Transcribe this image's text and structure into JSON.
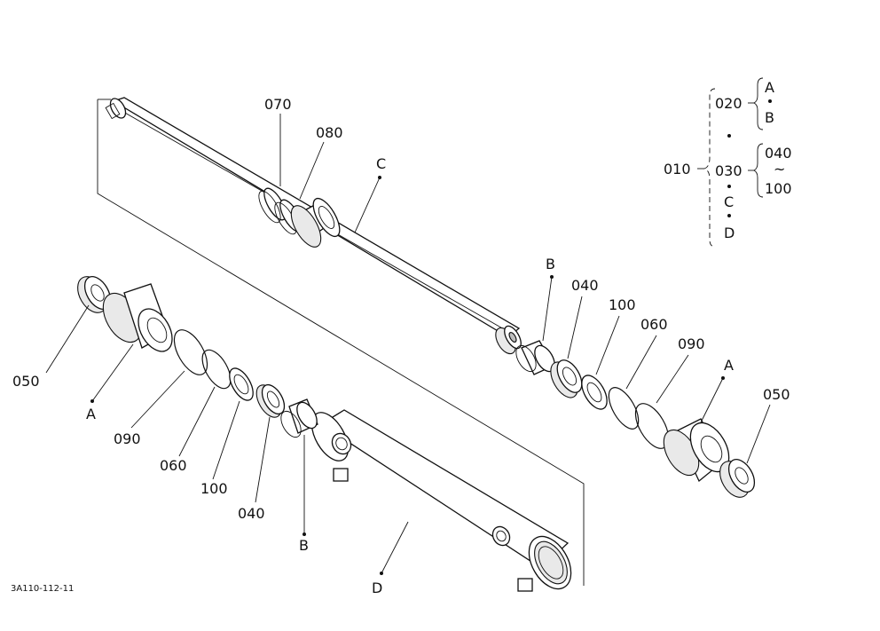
{
  "diagram": {
    "drawing_code": "3A110-112-11",
    "callouts": {
      "p070": "070",
      "p080": "080",
      "pC_top": "C",
      "pB_right": "B",
      "p040_right": "040",
      "p100_right": "100",
      "p060_right": "060",
      "p090_right": "090",
      "pA_right": "A",
      "p050_right": "050",
      "p050_left": "050",
      "pA_left": "A",
      "p090_left": "090",
      "p060_left": "060",
      "p100_left": "100",
      "p040_left": "040",
      "pB_left": "B",
      "pD": "D"
    },
    "tree": {
      "root": "010",
      "n020": "020",
      "n030": "030",
      "sub020_a": "A",
      "sub020_b": "B",
      "sub030_040": "040",
      "sub030_range": "~",
      "sub030_100": "100",
      "n_c": "C",
      "n_d": "D"
    }
  }
}
